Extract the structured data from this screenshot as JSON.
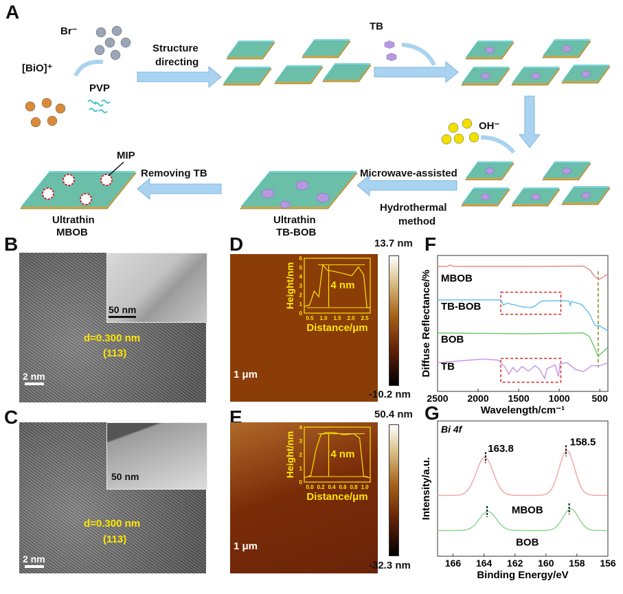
{
  "panels": {
    "a": "A",
    "b": "B",
    "c": "C",
    "d": "D",
    "e": "E",
    "f": "F",
    "g": "G"
  },
  "scheme": {
    "br": "Br⁻",
    "bio": "[BiO]⁺",
    "pvp": "PVP",
    "step1_line1": "Structure",
    "step1_line2": "directing",
    "tb": "TB",
    "oh": "OH⁻",
    "mw_line1": "Microwave-assisted",
    "mw_line2": "Hydrothermal",
    "mw_line3": "method",
    "tbbob_line1": "Ultrathin",
    "tbbob_line2": "TB-BOB",
    "removing": "Removing TB",
    "mip": "MIP",
    "mbob_line1": "Ultrathin",
    "mbob_line2": "MBOB",
    "colors": {
      "arrow": "#a9d3f0",
      "sheet": "#c8a94a",
      "sheet_top": "#4cc6c8",
      "tb": "#b59ae0",
      "br": "#9aa6b8",
      "bio": "#d98a3a",
      "oh": "#f2e000"
    }
  },
  "tem_b": {
    "inset_scale": "50 nm",
    "d_spacing": "d=0.300 nm",
    "plane": "(113)",
    "scale": "2 nm"
  },
  "tem_c": {
    "inset_scale": "50 nm",
    "d_spacing": "d=0.300 nm",
    "plane": "(113)",
    "scale": "2 nm"
  },
  "afm_d": {
    "max": "13.7 nm",
    "min": "-10.2 nm",
    "scale": "1 μm",
    "ylabel": "Height/nm",
    "xlabel": "Distance/μm",
    "height": "4 nm",
    "yticks": [
      "0",
      "1",
      "2",
      "3",
      "4",
      "5",
      "6"
    ],
    "xticks": [
      "0.5",
      "1.0",
      "1.5",
      "2.0",
      "2.5"
    ]
  },
  "afm_e": {
    "max": "50.4 nm",
    "min": "-32.3 nm",
    "scale": "1 μm",
    "ylabel": "Height/nm",
    "xlabel": "Distance/μm",
    "height": "4 nm",
    "yticks": [
      "0",
      "1",
      "2",
      "3",
      "4"
    ],
    "xticks": [
      "0.0",
      "0.2",
      "0.4",
      "0.6",
      "0.8",
      "1.0"
    ]
  },
  "chart_data": [
    {
      "type": "line",
      "title": "",
      "xlabel": "Wavelength/cm⁻¹",
      "ylabel": "Diffuse Reflectance/%",
      "xlim": [
        2500,
        400
      ],
      "ylim": [
        0.5,
        4.2
      ],
      "xticks": [
        "2500",
        "2000",
        "1500",
        "1000",
        "500"
      ],
      "xtick_values": [
        2500,
        2000,
        1500,
        1000,
        500
      ],
      "series": [
        {
          "name": "MBOB",
          "color": "#e88a8a",
          "points": [
            [
              2500,
              3.9
            ],
            [
              2380,
              3.9
            ],
            [
              2350,
              3.94
            ],
            [
              2300,
              3.9
            ],
            [
              1500,
              3.9
            ],
            [
              700,
              3.91
            ],
            [
              620,
              3.8
            ],
            [
              560,
              3.62
            ],
            [
              510,
              3.55
            ],
            [
              450,
              3.62
            ],
            [
              400,
              3.7
            ]
          ]
        },
        {
          "name": "TB-BOB",
          "color": "#6cc0ea",
          "points": [
            [
              2500,
              2.99
            ],
            [
              1720,
              2.99
            ],
            [
              1690,
              2.85
            ],
            [
              1640,
              2.9
            ],
            [
              1560,
              2.86
            ],
            [
              1450,
              2.8
            ],
            [
              1350,
              2.78
            ],
            [
              1300,
              2.82
            ],
            [
              1220,
              2.96
            ],
            [
              1000,
              2.97
            ],
            [
              880,
              2.96
            ],
            [
              865,
              2.84
            ],
            [
              850,
              2.95
            ],
            [
              720,
              2.86
            ],
            [
              630,
              2.62
            ],
            [
              560,
              2.3
            ],
            [
              500,
              2.28
            ],
            [
              400,
              2.15
            ]
          ]
        },
        {
          "name": "BOB",
          "color": "#6fcc6f",
          "points": [
            [
              2500,
              2.09
            ],
            [
              1400,
              2.07
            ],
            [
              700,
              2.09
            ],
            [
              630,
              2.0
            ],
            [
              570,
              1.72
            ],
            [
              520,
              1.45
            ],
            [
              460,
              1.58
            ],
            [
              400,
              1.7
            ]
          ]
        },
        {
          "name": "TB",
          "color": "#c79ae6",
          "points": [
            [
              2500,
              1.28
            ],
            [
              1950,
              1.38
            ],
            [
              1750,
              1.35
            ],
            [
              1680,
              1.2
            ],
            [
              1620,
              0.97
            ],
            [
              1570,
              1.15
            ],
            [
              1520,
              1.03
            ],
            [
              1460,
              1.18
            ],
            [
              1380,
              1.05
            ],
            [
              1300,
              1.2
            ],
            [
              1240,
              1.1
            ],
            [
              1180,
              0.85
            ],
            [
              1150,
              1.12
            ],
            [
              1050,
              1.22
            ],
            [
              1010,
              0.9
            ],
            [
              990,
              1.26
            ],
            [
              900,
              1.28
            ],
            [
              800,
              1.1
            ],
            [
              700,
              1.04
            ],
            [
              600,
              1.2
            ],
            [
              500,
              1.2
            ],
            [
              400,
              1.28
            ]
          ]
        }
      ],
      "boxes": [
        {
          "x": [
            980,
            1720
          ],
          "y": [
            2.6,
            3.2
          ]
        },
        {
          "x": [
            980,
            1720
          ],
          "y": [
            0.75,
            1.4
          ]
        }
      ],
      "vline": {
        "x": 520,
        "color": "#8a8a20"
      }
    },
    {
      "type": "line",
      "title": "Bi 4f",
      "xlabel": "Binding Energy/eV",
      "ylabel": "Intensity/a.u.",
      "xlim": [
        167,
        156
      ],
      "ylim": [
        0,
        10
      ],
      "xticks": [
        "166",
        "164",
        "162",
        "160",
        "158",
        "156"
      ],
      "xtick_values": [
        166,
        164,
        162,
        160,
        158,
        156
      ],
      "series": [
        {
          "name": "MBOB",
          "color": "#f0a8a8",
          "baseline": 4.5,
          "peaks": [
            {
              "center": 163.95,
              "height": 2.8,
              "width": 0.55
            },
            {
              "center": 158.65,
              "height": 3.3,
              "width": 0.5
            }
          ],
          "marks": [
            163.9,
            158.7
          ]
        },
        {
          "name": "BOB",
          "color": "#8ed88e",
          "baseline": 1.9,
          "peaks": [
            {
              "center": 163.75,
              "height": 1.4,
              "width": 0.55
            },
            {
              "center": 158.4,
              "height": 1.6,
              "width": 0.5
            }
          ],
          "marks": [
            163.8,
            158.5
          ]
        }
      ],
      "annotations": [
        "163.8",
        "158.5"
      ]
    }
  ]
}
